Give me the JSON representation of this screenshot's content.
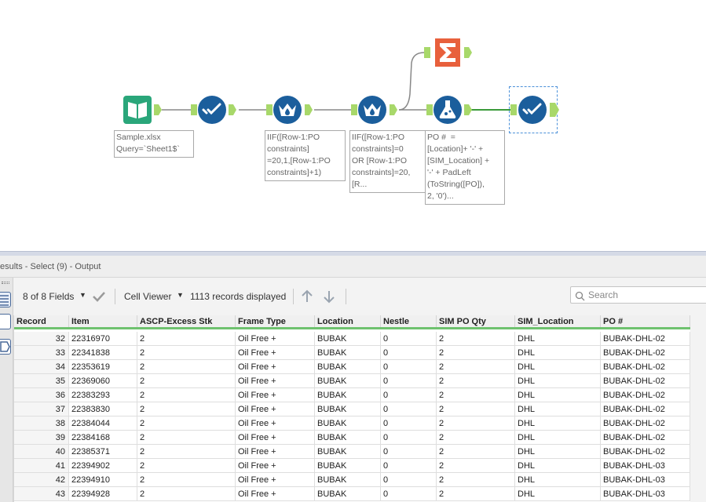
{
  "canvas": {
    "annotations": {
      "input": "Sample.xlsx\nQuery=`Sheet1$`",
      "formula1": "IIF([Row-1:PO\nconstraints]\n=20,1,[Row-1:PO\nconstraints]+1)",
      "formula2": "IIF([Row-1:PO\nconstraints]=0\nOR [Row-1:PO\nconstraints]=20,\n[R...",
      "formula3": "PO #  =\n[Location]+ '-' +\n[SIM_Location] +\n'-' + PadLeft\n(ToString([PO]),\n2, '0')..."
    },
    "colors": {
      "tool_blue": "#1b5e9c",
      "input_green": "#2aa67a",
      "summarize_orange": "#e8603c",
      "anchor_green": "#a8d86a"
    }
  },
  "results": {
    "title": "esults - Select (9) - Output",
    "fields_label": "8 of 8 Fields",
    "cell_viewer_label": "Cell Viewer",
    "records_label": "1113 records displayed",
    "search_placeholder": "Search",
    "columns": [
      "Record",
      "Item",
      "ASCP-Excess Stk",
      "Frame Type",
      "Location",
      "Nestle",
      "SIM PO Qty",
      "SIM_Location",
      "PO #"
    ],
    "rows": [
      [
        "32",
        "22316970",
        "2",
        "Oil Free +",
        "BUBAK",
        "0",
        "2",
        "DHL",
        "BUBAK-DHL-02"
      ],
      [
        "33",
        "22341838",
        "2",
        "Oil Free +",
        "BUBAK",
        "0",
        "2",
        "DHL",
        "BUBAK-DHL-02"
      ],
      [
        "34",
        "22353619",
        "2",
        "Oil Free +",
        "BUBAK",
        "0",
        "2",
        "DHL",
        "BUBAK-DHL-02"
      ],
      [
        "35",
        "22369060",
        "2",
        "Oil Free +",
        "BUBAK",
        "0",
        "2",
        "DHL",
        "BUBAK-DHL-02"
      ],
      [
        "36",
        "22383293",
        "2",
        "Oil Free +",
        "BUBAK",
        "0",
        "2",
        "DHL",
        "BUBAK-DHL-02"
      ],
      [
        "37",
        "22383830",
        "2",
        "Oil Free +",
        "BUBAK",
        "0",
        "2",
        "DHL",
        "BUBAK-DHL-02"
      ],
      [
        "38",
        "22384044",
        "2",
        "Oil Free +",
        "BUBAK",
        "0",
        "2",
        "DHL",
        "BUBAK-DHL-02"
      ],
      [
        "39",
        "22384168",
        "2",
        "Oil Free +",
        "BUBAK",
        "0",
        "2",
        "DHL",
        "BUBAK-DHL-02"
      ],
      [
        "40",
        "22385371",
        "2",
        "Oil Free +",
        "BUBAK",
        "0",
        "2",
        "DHL",
        "BUBAK-DHL-02"
      ],
      [
        "41",
        "22394902",
        "2",
        "Oil Free +",
        "BUBAK",
        "0",
        "2",
        "DHL",
        "BUBAK-DHL-03"
      ],
      [
        "42",
        "22394910",
        "2",
        "Oil Free +",
        "BUBAK",
        "0",
        "2",
        "DHL",
        "BUBAK-DHL-03"
      ],
      [
        "43",
        "22394928",
        "2",
        "Oil Free +",
        "BUBAK",
        "0",
        "2",
        "DHL",
        "BUBAK-DHL-03"
      ]
    ]
  }
}
